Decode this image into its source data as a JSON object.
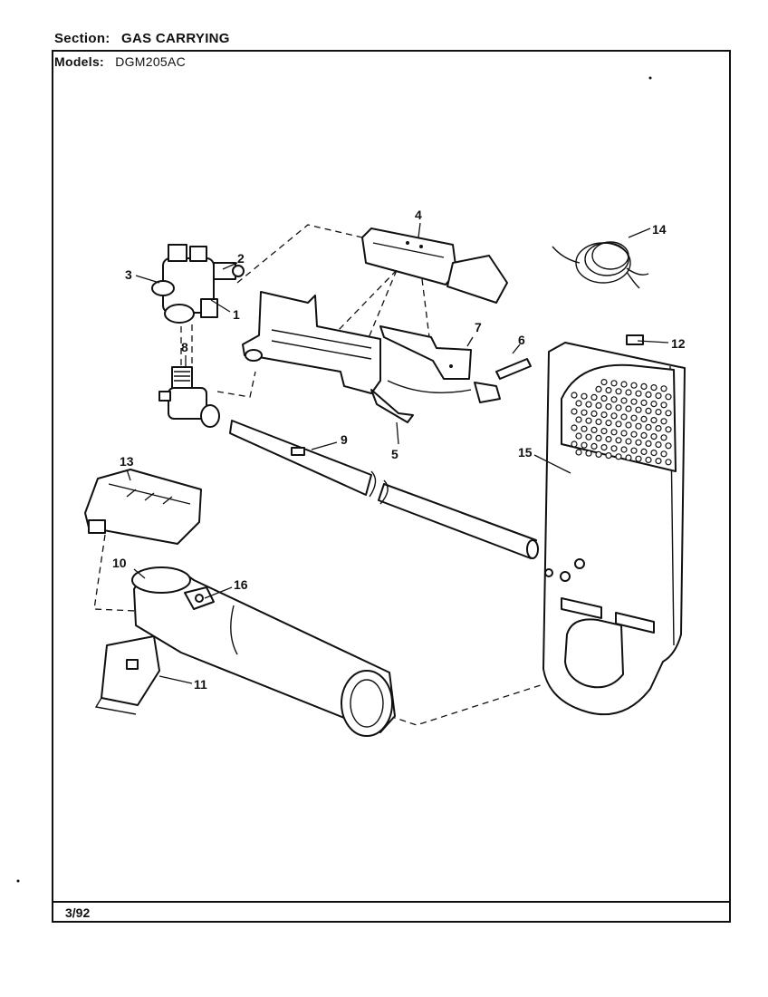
{
  "header": {
    "section_label": "Section:",
    "section_value": "GAS CARRYING",
    "models_label": "Models:",
    "models_value": "DGM205AC"
  },
  "footer": {
    "date": "3/92"
  },
  "callouts": {
    "c1": "1",
    "c2": "2",
    "c3": "3",
    "c4": "4",
    "c5": "5",
    "c6": "6",
    "c7": "7",
    "c8": "8",
    "c9": "9",
    "c10": "10",
    "c11": "11",
    "c12": "12",
    "c13": "13",
    "c14": "14",
    "c15": "15",
    "c16": "16"
  }
}
